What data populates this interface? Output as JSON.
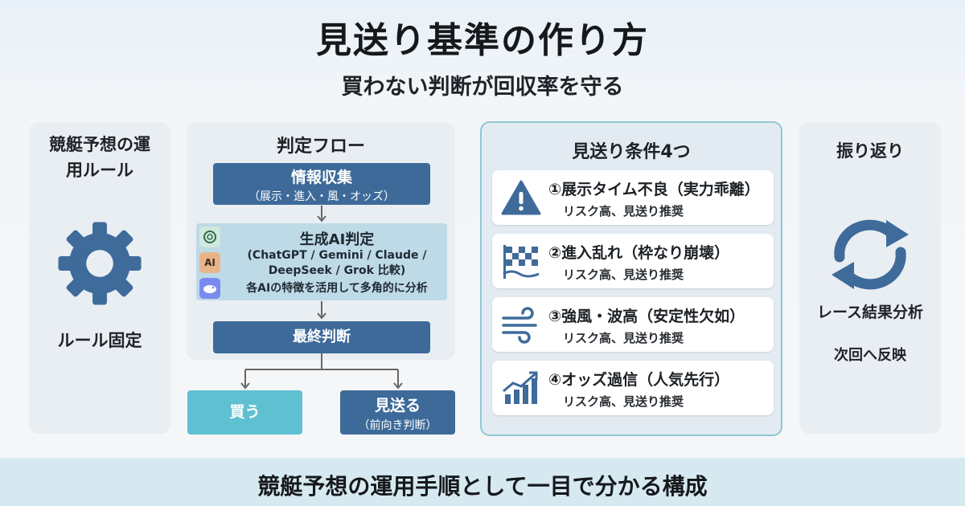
{
  "header": {
    "title": "見送り基準の作り方",
    "subtitle": "買わない判断が回収率を守る"
  },
  "left_panel": {
    "title": "競艇予想の運用ルール",
    "icon": "gear-icon",
    "rule_label": "ルール固定"
  },
  "flow_panel": {
    "title": "判定フロー",
    "info_box": {
      "label": "情報収集",
      "detail": "（展示・進入・風・オッズ）"
    },
    "ai_box": {
      "label": "生成AI判定",
      "models_line1": "(ChatGPT / Gemini / Claude /",
      "models_line2": "DeepSeek / Grok 比較)",
      "note": "各AIの特徴を活用して多角的に分析",
      "icon_claude_text": "AI"
    },
    "final_box": {
      "label": "最終判断"
    },
    "buy_box": {
      "label": "買う"
    },
    "pass_box": {
      "label": "見送る",
      "detail": "（前向き判断）"
    }
  },
  "conditions_panel": {
    "title": "見送り条件4つ",
    "items": [
      {
        "title": "①展示タイム不良（実力乖離）",
        "note": "リスク高、見送り推奨",
        "icon": "warning-icon"
      },
      {
        "title": "②進入乱れ（枠なり崩壊）",
        "note": "リスク高、見送り推奨",
        "icon": "checkered-flag-icon"
      },
      {
        "title": "③強風・波高（安定性欠如）",
        "note": "リスク高、見送り推奨",
        "icon": "wind-icon"
      },
      {
        "title": "④オッズ過信（人気先行）",
        "note": "リスク高、見送り推奨",
        "icon": "rising-chart-icon"
      }
    ]
  },
  "right_panel": {
    "title": "振り返り",
    "icon": "cycle-arrows-icon",
    "analysis_label": "レース結果分析",
    "reflect_label": "次回へ反映"
  },
  "footer": {
    "banner_text": "競艇予想の運用手順として一目で分かる構成"
  },
  "colors": {
    "primary": "#3d6a99",
    "accent": "#5fc0d1",
    "ai_box": "#bedae6",
    "panel": "#e9eef3",
    "banner": "#d6e9f1"
  }
}
